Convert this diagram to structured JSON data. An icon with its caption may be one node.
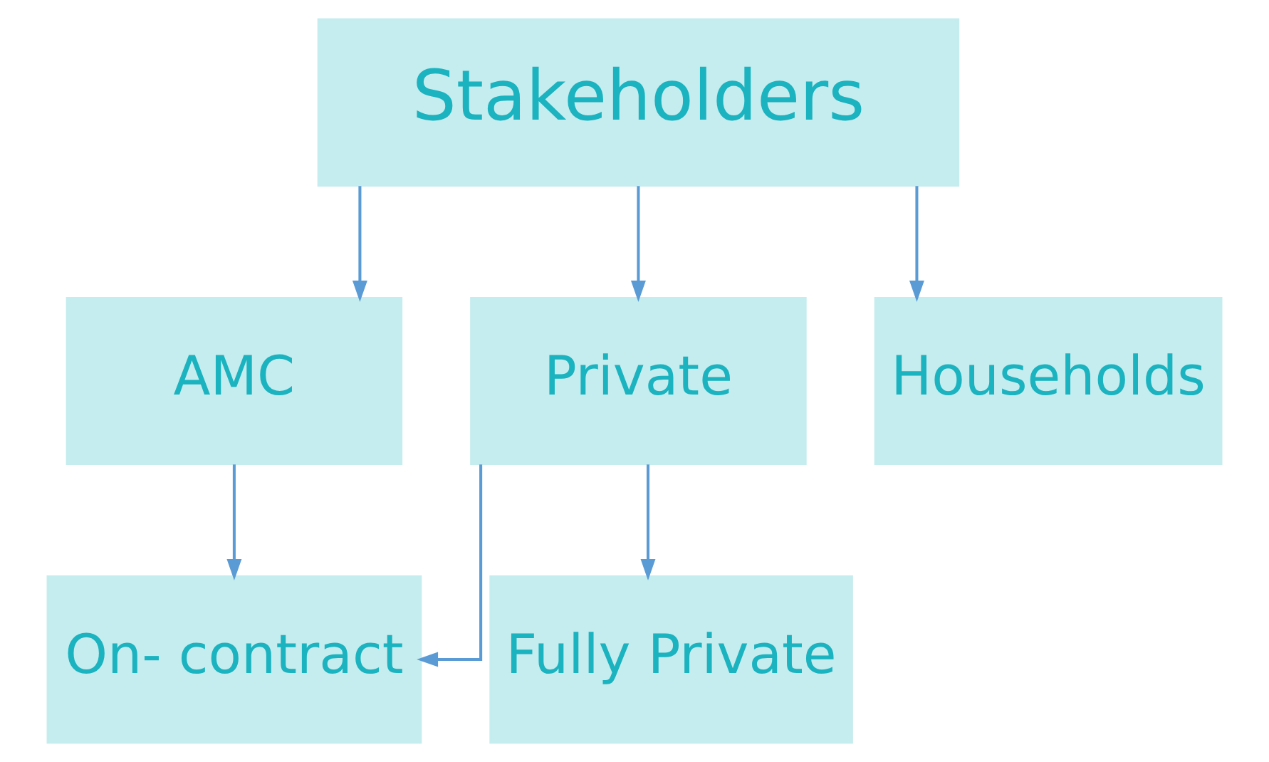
{
  "diagram": {
    "nodes": [
      {
        "text": [
          "Stakeholders"
        ]
      },
      {
        "text": [
          "AMC"
        ]
      },
      {
        "text": [
          "Private"
        ]
      },
      {
        "text": [
          "Households"
        ]
      },
      {
        "text": [
          "On- contract"
        ]
      },
      {
        "text": [
          "Fully Private"
        ]
      }
    ],
    "edges": [
      {
        "from": 0,
        "to": 1,
        "arrow": "to"
      },
      {
        "from": 0,
        "to": 2,
        "arrow": "to"
      },
      {
        "from": 0,
        "to": 3,
        "arrow": "to"
      },
      {
        "from": 1,
        "to": 4,
        "arrow": "to"
      },
      {
        "from": 2,
        "to": 4,
        "arrow": "to"
      },
      {
        "from": 2,
        "to": 5,
        "arrow": "to"
      }
    ]
  }
}
